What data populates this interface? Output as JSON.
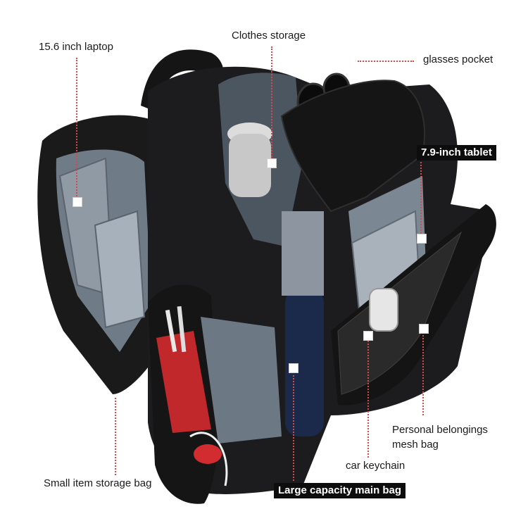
{
  "image": {
    "subject": "black backpack open showing compartments"
  },
  "labels": {
    "laptop": "15.6 inch laptop",
    "clothes": "Clothes storage",
    "glasses": "glasses pocket",
    "tablet": "7.9-inch tablet",
    "mesh_line1": "Personal belongings",
    "mesh_line2": "mesh bag",
    "keychain": "car keychain",
    "small_bag": "Small item storage bag",
    "main_bag": "Large capacity main bag"
  },
  "colors": {
    "leader_line": "#d64a4a",
    "bag_body": "#1c1c1e",
    "bag_lining": "#6f7b87",
    "mesh_pocket": "#c0282c",
    "label_box": "#0d0d0d"
  }
}
